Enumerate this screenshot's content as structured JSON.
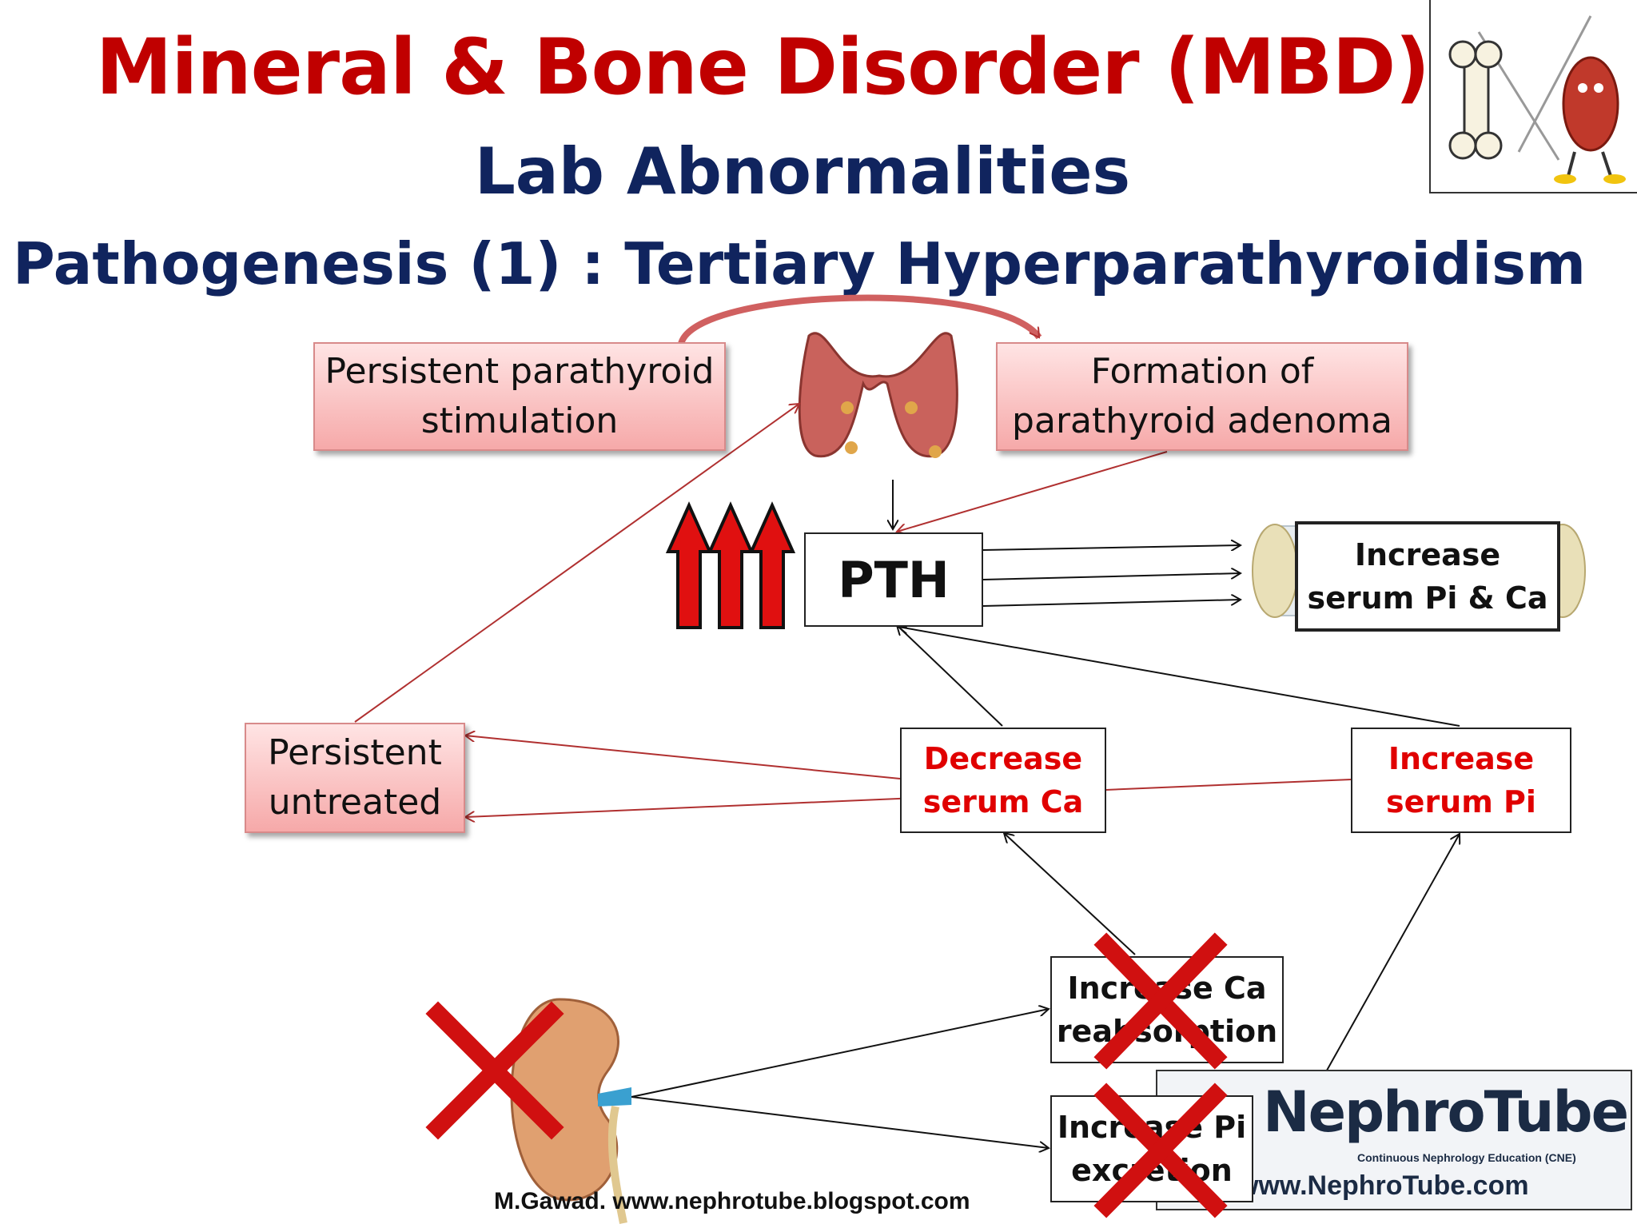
{
  "title": "Mineral & Bone Disorder (MBD)",
  "subtitle": "Lab Abnormalities",
  "heading": "Pathogenesis (1) : Tertiary Hyperparathyroidism",
  "nodes": {
    "persistent_stimulation": "Persistent parathyroid stimulation",
    "adenoma": "Formation of parathyroid adenoma",
    "pth": "PTH",
    "increase_pi_ca": "Increase serum Pi & Ca",
    "persistent_untreated": "Persistent untreated",
    "decrease_ca": "Decrease serum Ca",
    "increase_pi": "Increase serum Pi",
    "ca_reabsorption": "Increase Ca reabsorption",
    "pi_excretion": "Increase Pi excretion"
  },
  "credit": "M.Gawad.  www.nephrotube.blogspot.com",
  "logo": {
    "name": "NephroTube",
    "tagline": "Continuous Nephrology Education (CNE)",
    "url": "www.NephroTube.com"
  },
  "colors": {
    "title_red": "#c00000",
    "heading_navy": "#10245e",
    "node_red_text": "#e00000",
    "connector_red": "#b03030"
  }
}
